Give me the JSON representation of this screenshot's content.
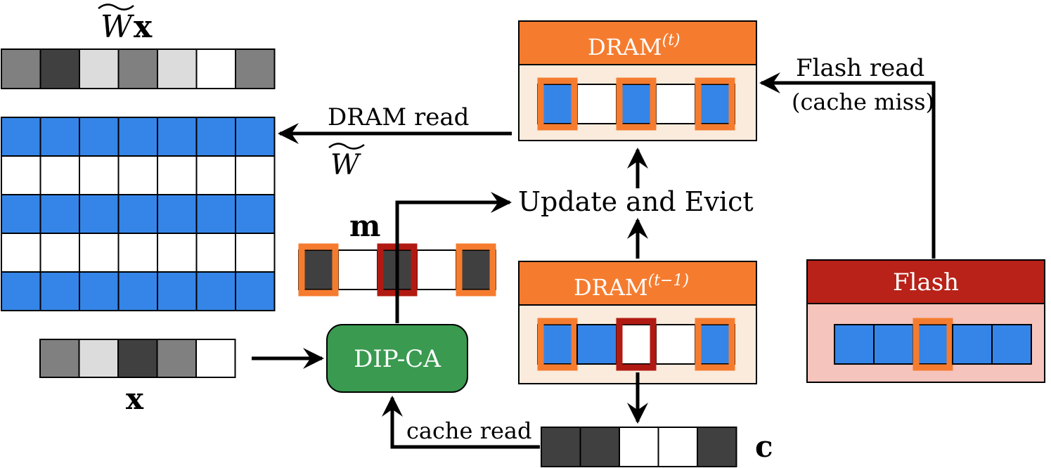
{
  "labels": {
    "wx": "Wx",
    "m": "m",
    "x": "x",
    "c": "c",
    "dram_t_base": "DRAM",
    "dram_t_sup": "(t)",
    "dram_t1_base": "DRAM",
    "dram_t1_sup": "(t−1)",
    "flash": "Flash",
    "dip_ca": "DIP-CA",
    "update_evict": "Update and Evict",
    "dram_read": "DRAM read",
    "w_tilde": "W",
    "flash_read": "Flash read",
    "cache_miss": "(cache miss)",
    "cache_read": "cache read"
  },
  "colors": {
    "blue": "#3585e8",
    "orange": "#f57c2f",
    "dark_red": "#b01a12",
    "flash_header": "#b82218",
    "flash_body": "#f5c4bc",
    "dram_body": "#faebdc",
    "dip_green": "#3a9a50",
    "gray_dark": "#404040",
    "gray_mid": "#808080",
    "gray_light": "#dcdcdc",
    "white": "#ffffff"
  },
  "wx_vector": [
    "gray_mid",
    "gray_dark",
    "gray_light",
    "gray_mid",
    "gray_light",
    "white",
    "gray_mid"
  ],
  "x_vector": [
    "gray_mid",
    "gray_light",
    "gray_dark",
    "gray_mid",
    "white"
  ],
  "c_vector": [
    "gray_dark",
    "gray_dark",
    "white",
    "white",
    "gray_dark"
  ],
  "weight_matrix_rows": [
    "blue",
    "white",
    "blue",
    "white",
    "blue"
  ]
}
